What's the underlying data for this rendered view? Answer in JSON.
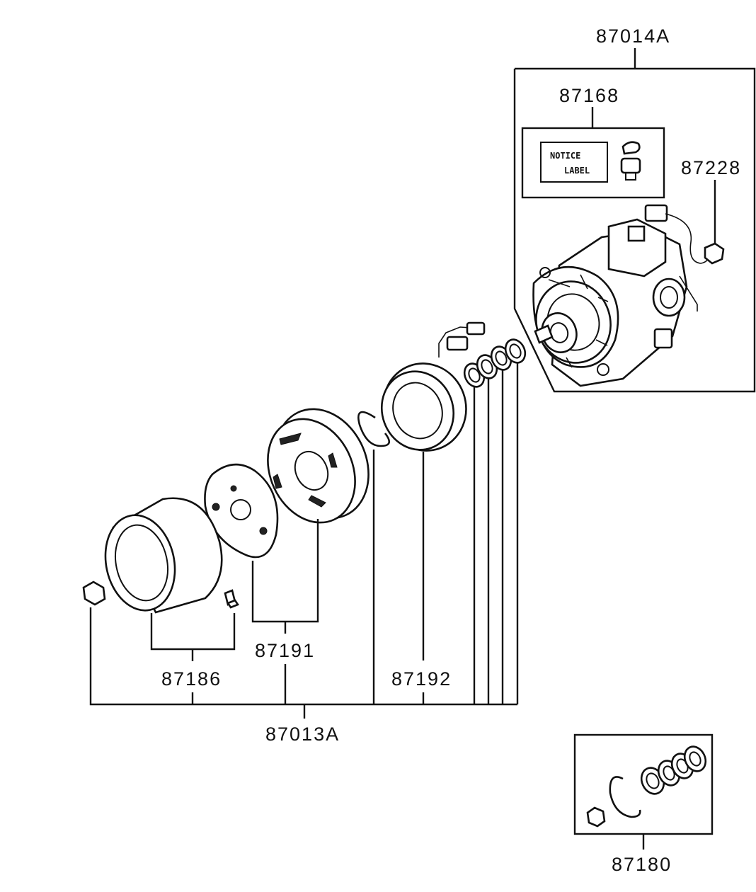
{
  "parts": {
    "compressor_assy": "87014A",
    "notice_label_set": "87168",
    "wire_harness": "87228",
    "clutch_assy": "87013A",
    "pulley": "87186",
    "armature_plate": "87191",
    "field_coil": "87192",
    "shim_kit": "87180"
  },
  "notice_label": {
    "line1": "NOTICE",
    "line2": "LABEL"
  }
}
